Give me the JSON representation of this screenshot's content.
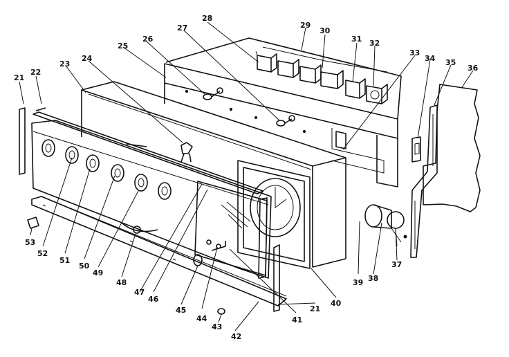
{
  "diagram": {
    "callouts": [
      {
        "id": "c21a",
        "text": "21"
      },
      {
        "id": "c22",
        "text": "22"
      },
      {
        "id": "c23",
        "text": "23"
      },
      {
        "id": "c24",
        "text": "24"
      },
      {
        "id": "c25",
        "text": "25"
      },
      {
        "id": "c26",
        "text": "26"
      },
      {
        "id": "c27",
        "text": "27"
      },
      {
        "id": "c28",
        "text": "28"
      },
      {
        "id": "c29",
        "text": "29"
      },
      {
        "id": "c30",
        "text": "30"
      },
      {
        "id": "c31",
        "text": "31"
      },
      {
        "id": "c32",
        "text": "32"
      },
      {
        "id": "c33",
        "text": "33"
      },
      {
        "id": "c34",
        "text": "34"
      },
      {
        "id": "c35",
        "text": "35"
      },
      {
        "id": "c36",
        "text": "36"
      },
      {
        "id": "c37",
        "text": "37"
      },
      {
        "id": "c38",
        "text": "38"
      },
      {
        "id": "c39",
        "text": "39"
      },
      {
        "id": "c40",
        "text": "40"
      },
      {
        "id": "c21b",
        "text": "21"
      },
      {
        "id": "c41",
        "text": "41"
      },
      {
        "id": "c42",
        "text": "42"
      },
      {
        "id": "c43",
        "text": "43"
      },
      {
        "id": "c44",
        "text": "44"
      },
      {
        "id": "c45",
        "text": "45"
      },
      {
        "id": "c46",
        "text": "46"
      },
      {
        "id": "c47",
        "text": "47"
      },
      {
        "id": "c48",
        "text": "48"
      },
      {
        "id": "c49",
        "text": "49"
      },
      {
        "id": "c50",
        "text": "50"
      },
      {
        "id": "c51",
        "text": "51"
      },
      {
        "id": "c52",
        "text": "52"
      },
      {
        "id": "c53",
        "text": "53"
      }
    ]
  }
}
